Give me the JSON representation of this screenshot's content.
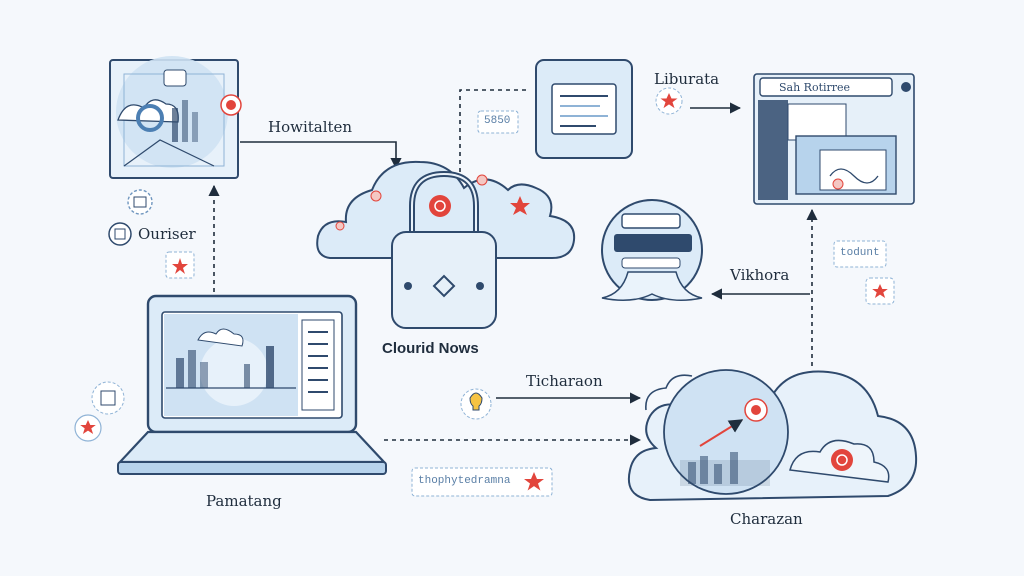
{
  "labels": {
    "howitalten": "Howitalten",
    "ouriser": "Ouriser",
    "cloud_news": "Clourid Nows",
    "pamatang": "Pamatang",
    "ticharaon": "Ticharaon",
    "charazan": "Charazan",
    "vikhora": "Vikhora",
    "liburata": "Liburata",
    "sale_rotiree": "Sah Rotirree"
  },
  "badges": {
    "s350": "5850",
    "todunt": "todunt",
    "hophy": "thophytedramna"
  },
  "colors": {
    "stroke": "#2f4a6d",
    "fill": "#dcebf8",
    "accent": "#e2453c",
    "dash": "#1f2d3d"
  }
}
